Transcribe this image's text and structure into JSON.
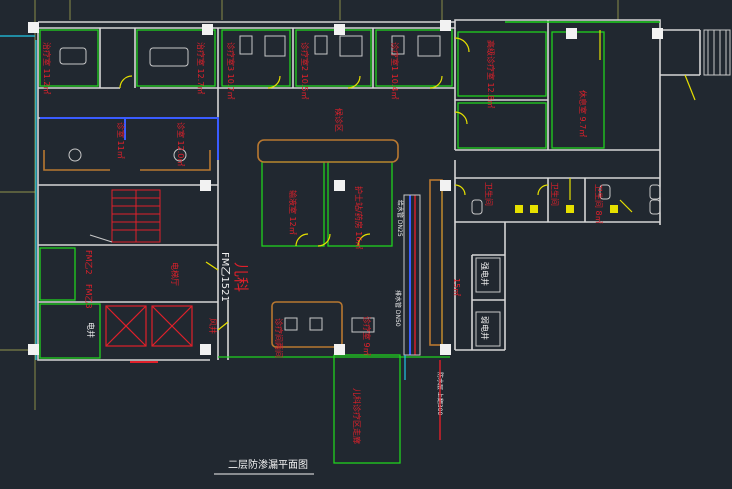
{
  "drawing": {
    "title": "二层防渗漏平面图",
    "department": "儿科",
    "door_code": "FM乙1521",
    "colors": {
      "background": "#212830",
      "wall": "#d6d6d6",
      "room_outline": "#1fd11f",
      "room_label": "#e0202a",
      "door": "#e6e000",
      "furniture": "#c8c8c8",
      "stair": "#e0202a",
      "wood": "#b87830",
      "pipe_blue": "#3a5cff",
      "pipe_cyan": "#20c8e8",
      "grid": "#e8e860"
    }
  },
  "rooms": [
    {
      "id": "r1",
      "label": "治疗室 11.2㎡"
    },
    {
      "id": "r2",
      "label": "治疗室 12.7㎡"
    },
    {
      "id": "r3",
      "label": "诊疗室3 10.7㎡"
    },
    {
      "id": "r4",
      "label": "诊疗室2 10.5㎡"
    },
    {
      "id": "r5",
      "label": "诊疗室1 10.4㎡"
    },
    {
      "id": "r6",
      "label": "高级诊疗室 12.8㎡"
    },
    {
      "id": "r7",
      "label": "休息室 9.7㎡"
    },
    {
      "id": "r8",
      "label": "诊室 11㎡"
    },
    {
      "id": "r9",
      "label": "诊室 12.0㎡"
    },
    {
      "id": "r10",
      "label": "候诊区"
    },
    {
      "id": "r11",
      "label": "输液室 12㎡"
    },
    {
      "id": "r12",
      "label": "护士站/药房 16㎡"
    },
    {
      "id": "r13",
      "label": "电梯厅"
    },
    {
      "id": "r14",
      "label": "FM乙2"
    },
    {
      "id": "r15",
      "label": "FM乙3"
    },
    {
      "id": "r16",
      "label": "电井"
    },
    {
      "id": "r17",
      "label": "风井"
    },
    {
      "id": "r18",
      "label": "诊疗间两间"
    },
    {
      "id": "r19",
      "label": "诊疗室 9㎡"
    },
    {
      "id": "r20",
      "label": "儿科诊疗区走廊"
    },
    {
      "id": "r21",
      "label": "卫生间"
    },
    {
      "id": "r22",
      "label": "卫生间"
    },
    {
      "id": "r23",
      "label": "卫生间 8㎡"
    },
    {
      "id": "r24",
      "label": "强电井"
    },
    {
      "id": "r25",
      "label": "弱电井"
    },
    {
      "id": "r26",
      "label": "15㎡"
    }
  ],
  "annotations": [
    {
      "id": "a1",
      "text": "排水管 DN50"
    },
    {
      "id": "a2",
      "text": "给水管 DN25"
    },
    {
      "id": "a3",
      "text": "防水层 上翻300"
    }
  ]
}
